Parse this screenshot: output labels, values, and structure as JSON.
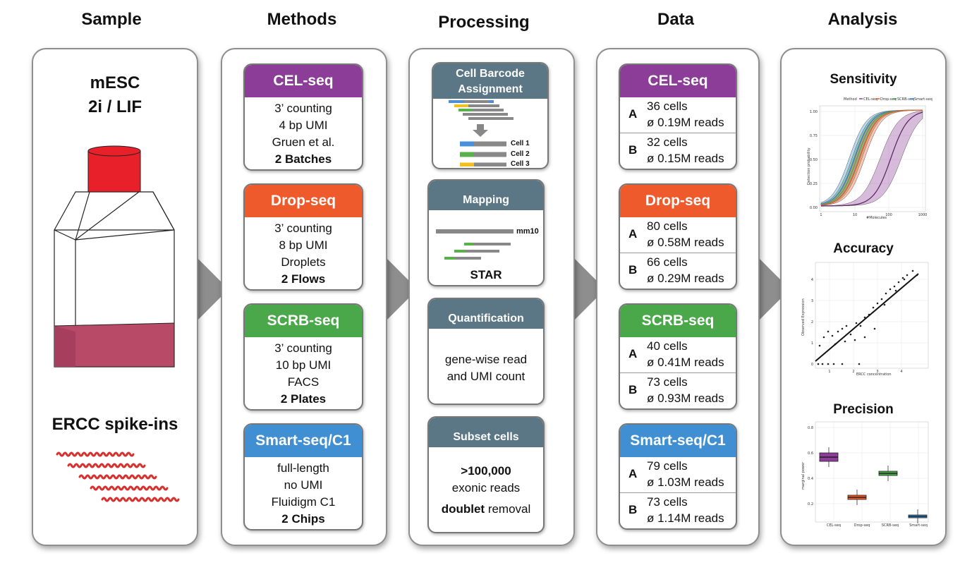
{
  "headers": {
    "sample": "Sample",
    "methods": "Methods",
    "processing": "Processing",
    "data": "Data",
    "analysis": "Analysis"
  },
  "sample": {
    "line1": "mESC",
    "line2": "2i / LIF",
    "spike": "ERCC spike-ins",
    "colors": {
      "cap": "#e8202a",
      "liquid": "#b84a68",
      "spike": "#d9302e"
    }
  },
  "methods": [
    {
      "name": "CEL-seq",
      "color": "#8b3d98",
      "lines": [
        "3’ counting",
        "4 bp UMI",
        "Gruen et al."
      ],
      "bold": "2 Batches"
    },
    {
      "name": "Drop-seq",
      "color": "#ee5a2b",
      "lines": [
        "3’ counting",
        "8 bp UMI",
        "Droplets"
      ],
      "bold": "2 Flows"
    },
    {
      "name": "SCRB-seq",
      "color": "#4aa84a",
      "lines": [
        "3’ counting",
        "10 bp UMI",
        "FACS"
      ],
      "bold": "2 Plates"
    },
    {
      "name": "Smart-seq/C1",
      "color": "#3f8fd2",
      "lines": [
        "full-length",
        "no UMI",
        "Fluidigm C1"
      ],
      "bold": "2 Chips"
    }
  ],
  "processing": {
    "barcode": {
      "title1": "Cell Barcode",
      "title2": "Assignment",
      "cell1": "Cell 1",
      "cell2": "Cell 2",
      "cell3": "Cell 3"
    },
    "mapping": {
      "title": "Mapping",
      "ref": "mm10",
      "tool": "STAR"
    },
    "quant": {
      "title": "Quantification",
      "line1": "gene-wise read",
      "line2": "and UMI count"
    },
    "subset": {
      "title": "Subset cells",
      "line1": ">100,000",
      "line2": "exonic reads",
      "line3_bold": "doublet",
      "line3_rest": " removal"
    }
  },
  "data": [
    {
      "name": "CEL-seq",
      "color": "#8b3d98",
      "rows": [
        {
          "label": "A",
          "cells": "36 cells",
          "reads": "ø 0.19M reads"
        },
        {
          "label": "B",
          "cells": "32 cells",
          "reads": "ø 0.15M reads"
        }
      ]
    },
    {
      "name": "Drop-seq",
      "color": "#ee5a2b",
      "rows": [
        {
          "label": "A",
          "cells": "80 cells",
          "reads": "ø 0.58M reads"
        },
        {
          "label": "B",
          "cells": "66 cells",
          "reads": "ø 0.29M reads"
        }
      ]
    },
    {
      "name": "SCRB-seq",
      "color": "#4aa84a",
      "rows": [
        {
          "label": "A",
          "cells": "40 cells",
          "reads": "ø 0.41M reads"
        },
        {
          "label": "B",
          "cells": "73 cells",
          "reads": "ø 0.93M reads"
        }
      ]
    },
    {
      "name": "Smart-seq/C1",
      "color": "#3f8fd2",
      "rows": [
        {
          "label": "A",
          "cells": "79 cells",
          "reads": "ø 1.03M reads"
        },
        {
          "label": "B",
          "cells": "73 cells",
          "reads": "ø 1.14M reads"
        }
      ]
    }
  ],
  "analysis": {
    "sensitivity": {
      "title": "Sensitivity",
      "legend_label": "Method",
      "legend": [
        "CEL-seq",
        "Drop-seq",
        "SCRB-seq",
        "Smart-seq/C1"
      ],
      "xlabel": "#Molecules",
      "ylabel": "Detection probability",
      "xticks": [
        "1",
        "10",
        "100",
        "1000"
      ],
      "yticks": [
        "1.00",
        "0.75",
        "0.50",
        "0.25",
        "0.00"
      ]
    },
    "accuracy": {
      "title": "Accuracy",
      "xlabel": "ERCC concentration",
      "ylabel": "Observed Expression",
      "xticks": [
        "1",
        "2",
        "3",
        "4"
      ],
      "yticks": [
        "4",
        "3",
        "2",
        "1",
        "0"
      ]
    },
    "precision": {
      "title": "Precision",
      "ylabel": "marginal power",
      "xticks": [
        "CEL-seq",
        "Drop-seq",
        "SCRB-seq",
        "Smart-seq"
      ],
      "yticks": [
        "0.8",
        "0.6",
        "0.4",
        "0.2"
      ],
      "colors": [
        "#8b3d98",
        "#ee5a2b",
        "#4aa84a",
        "#3f8fd2"
      ]
    }
  }
}
